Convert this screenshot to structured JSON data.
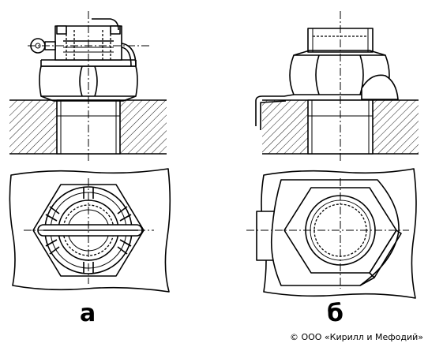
{
  "figure": {
    "label_a": "а",
    "label_b": "б",
    "copyright": "© ООО «Кирилл и Мефодий»"
  },
  "colors": {
    "ink": "#000000",
    "paper": "#ffffff"
  }
}
